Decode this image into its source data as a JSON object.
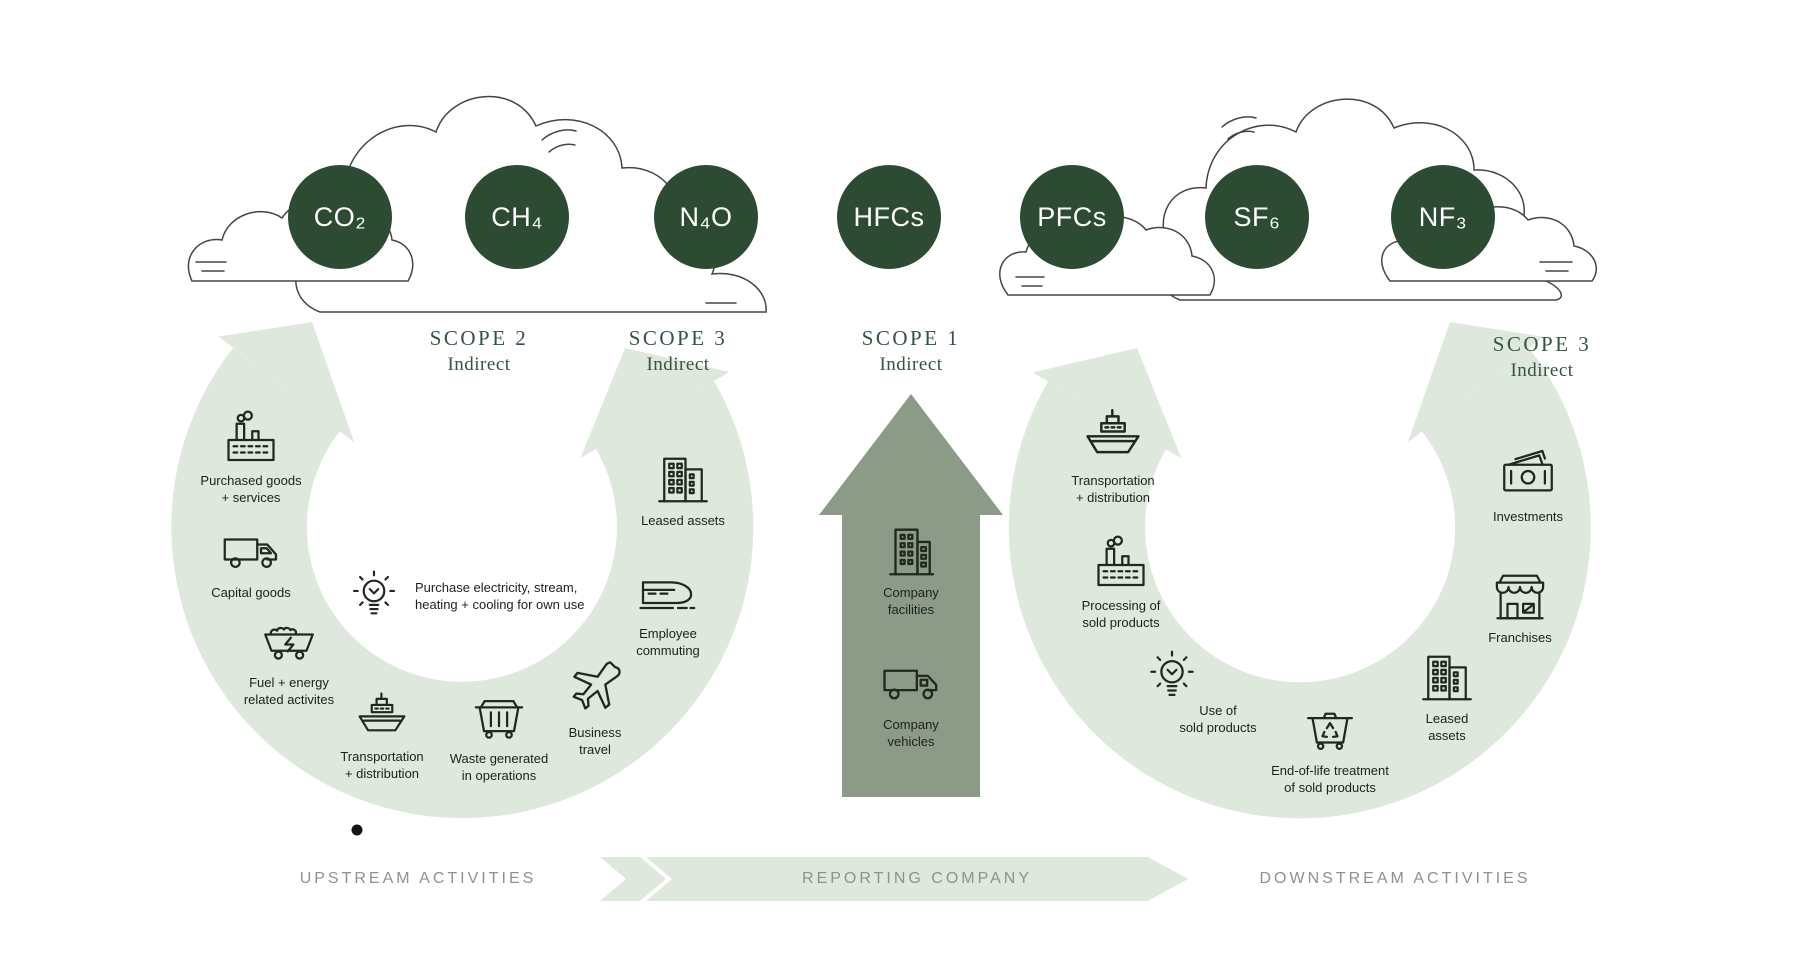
{
  "gases": [
    {
      "label": "CO₂"
    },
    {
      "label": "CH₄"
    },
    {
      "label": "N₄O"
    },
    {
      "label": "HFCs"
    },
    {
      "label": "PFCs"
    },
    {
      "label": "SF₆"
    },
    {
      "label": "NF₃"
    }
  ],
  "scopes": [
    {
      "name": "SCOPE 2",
      "kind": "Indirect"
    },
    {
      "name": "SCOPE 3",
      "kind": "Indirect"
    },
    {
      "name": "SCOPE 1",
      "kind": "Indirect"
    },
    {
      "name": "SCOPE 3",
      "kind": "Indirect"
    }
  ],
  "upstream": {
    "title": "UPSTREAM ACTIVITIES",
    "items": [
      {
        "label": "Purchased goods\n+ services",
        "icon": "factory-icon"
      },
      {
        "label": "Capital goods",
        "icon": "truck-icon"
      },
      {
        "label": "Fuel + energy\nrelated activites",
        "icon": "mine-cart-icon"
      },
      {
        "label": "Transportation\n+ distribution",
        "icon": "ship-icon"
      },
      {
        "label": "Waste generated\nin operations",
        "icon": "dumpster-icon"
      },
      {
        "label": "Business\ntravel",
        "icon": "airplane-icon"
      },
      {
        "label": "Employee\ncommuting",
        "icon": "train-icon"
      },
      {
        "label": "Leased assets",
        "icon": "building-icon"
      },
      {
        "label": "Purchase electricity, stream,\nheating + cooling for own use",
        "icon": "lightbulb-icon"
      }
    ]
  },
  "reporting": {
    "title": "REPORTING COMPANY",
    "items": [
      {
        "label": "Company\nfacilities",
        "icon": "office-building-icon"
      },
      {
        "label": "Company\nvehicles",
        "icon": "delivery-van-icon"
      }
    ]
  },
  "downstream": {
    "title": "DOWNSTREAM ACTIVITIES",
    "items": [
      {
        "label": "Transportation\n+ distribution",
        "icon": "cargo-ship-icon"
      },
      {
        "label": "Processing of\nsold products",
        "icon": "factory-icon"
      },
      {
        "label": "Use of\nsold products",
        "icon": "lightbulb-icon"
      },
      {
        "label": "End-of-life treatment\nof sold products",
        "icon": "recycle-bin-icon"
      },
      {
        "label": "Leased\nassets",
        "icon": "building-icon"
      },
      {
        "label": "Franchises",
        "icon": "storefront-icon"
      },
      {
        "label": "Investments",
        "icon": "money-icon"
      }
    ]
  },
  "colors": {
    "gas_circle": "#2d4a33",
    "scope_text": "#34543e",
    "band_light": "#dfe8dc",
    "center_arrow": "#8c9b88",
    "icon_stroke": "#20291f",
    "label_text": "#1f1f1f",
    "footer_text": "#8d928f",
    "cloud_outline": "#454545"
  }
}
